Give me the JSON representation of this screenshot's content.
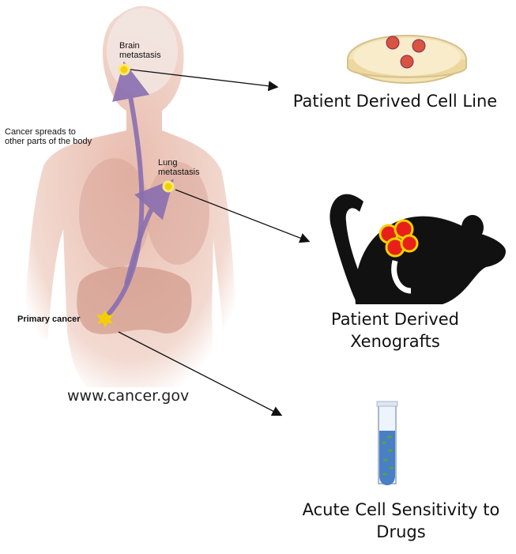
{
  "labels": {
    "brain": "Brain metastasis",
    "spread": "Cancer spreads to other parts of the body",
    "lung": "Lung metastasis",
    "primary": "Primary cancer",
    "source": "www.cancer.gov"
  },
  "outcomes": [
    {
      "line1": "Patient Derived Cell Line",
      "line2": ""
    },
    {
      "line1": "Patient Derived",
      "line2": "Xenografts"
    },
    {
      "line1": "Acute Cell Sensitivity to",
      "line2": "Drugs"
    }
  ],
  "colors": {
    "arrow_purple": "#8a6fb0",
    "tumor_red": "#e8201a",
    "tumor_yellow": "#f5d000",
    "tube_blue": "#4a7fc6",
    "body": "#e9c2b4"
  }
}
